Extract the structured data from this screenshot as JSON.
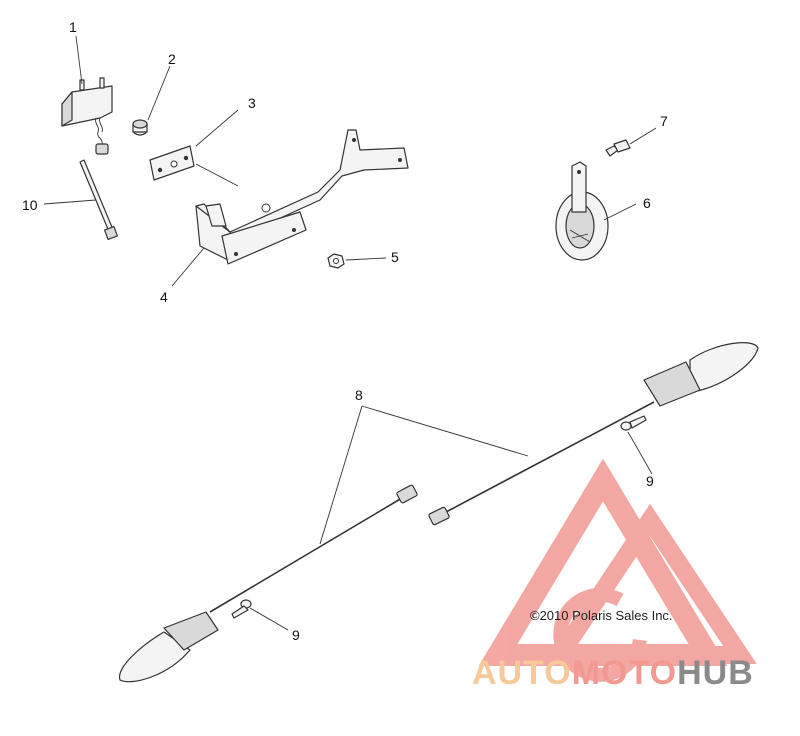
{
  "callouts": {
    "c1": "1",
    "c2": "2",
    "c3": "3",
    "c4": "4",
    "c5": "5",
    "c6": "6",
    "c7": "7",
    "c8": "8",
    "c9a": "9",
    "c9b": "9",
    "c10": "10"
  },
  "copyright": "©2010 Polaris Sales Inc.",
  "watermark": {
    "part1": "AUTO",
    "part2": "MOTO",
    "part3": "HUB",
    "colors": {
      "auto": "#f7c89a",
      "moto": "#f29a92",
      "hub": "#8a8a8a",
      "logo": "#f08a84"
    }
  }
}
